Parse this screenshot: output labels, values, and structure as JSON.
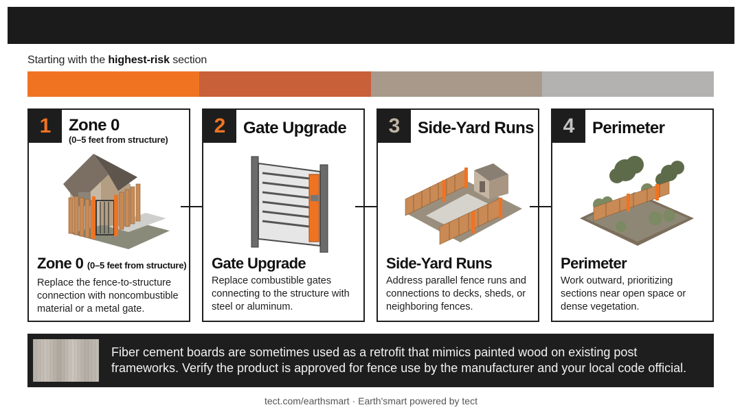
{
  "intro": {
    "prefix": "Starting with the ",
    "highlight": "highest-risk",
    "suffix": " section"
  },
  "progress": {
    "colors": [
      "#f07322",
      "#c8603a",
      "#a8998b",
      "#b3b2b1"
    ]
  },
  "cards": [
    {
      "number": "1",
      "number_color": "#f07322",
      "title": "Zone 0",
      "subtitle": "(0–5 feet from structure)",
      "body_title": "Zone 0",
      "body_title_sub": "(0–5 feet from structure)",
      "body_text": "Replace the fence-to-structure connection with noncombustible material or a metal gate."
    },
    {
      "number": "2",
      "number_color": "#f07322",
      "title": "Gate Upgrade",
      "body_title": "Gate Upgrade",
      "body_text": "Replace combustible gates connecting to the structure with steel or aluminum."
    },
    {
      "number": "3",
      "number_color": "#bfb3a3",
      "title": "Side-Yard Runs",
      "body_title": "Side-Yard Runs",
      "body_text": "Address parallel fence runs and connections to decks, sheds, or neighboring fences."
    },
    {
      "number": "4",
      "number_color": "#c2c2c2",
      "title": "Perimeter",
      "body_title": "Perimeter",
      "body_text": "Work outward, prioritizing sections near open space or dense vegetation."
    }
  ],
  "note": {
    "text": "Fiber cement boards are sometimes used as a retrofit that mimics painted wood on existing post frameworks. Verify the product is approved for fence use by the manufacturer and your local code official."
  },
  "footer": {
    "text": "tect.com/earthsmart · Earth'smart powered by tect"
  }
}
